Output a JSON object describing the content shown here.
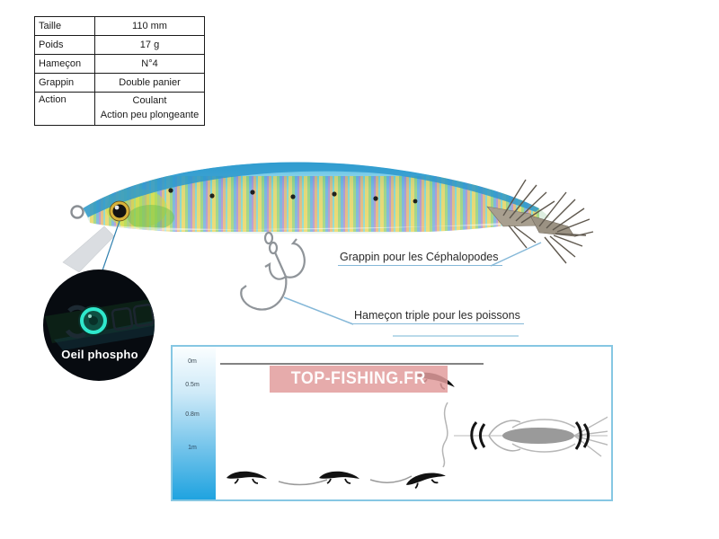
{
  "spec_table": {
    "rows": [
      {
        "label": "Taille",
        "value": "110 mm"
      },
      {
        "label": "Poids",
        "value": "17 g"
      },
      {
        "label": "Hameçon",
        "value": "N°4"
      },
      {
        "label": "Grappin",
        "value": "Double panier"
      },
      {
        "label": "Action",
        "value": "Coulant",
        "value2": "Action peu plongeante"
      }
    ]
  },
  "annotations": {
    "grappin_label": "Grappin pour les Céphalopodes",
    "hamecon_label": "Hameçon triple pour les poissons",
    "inset_label": "Oeil phospho"
  },
  "diagram": {
    "watermark": "TOP-FISHING.FR",
    "depth_labels": [
      "0m",
      "0.5m",
      "0.8m",
      "1m"
    ]
  },
  "colors": {
    "leader_blue": "#85b8d8",
    "diagram_border": "#86c7e3",
    "depth_strip_blue": "#1fa3e0",
    "watermark_pink": "#e29c9c",
    "phospho_glow": "#2fe8cc",
    "lure_back_blue": "#2b98cc"
  }
}
